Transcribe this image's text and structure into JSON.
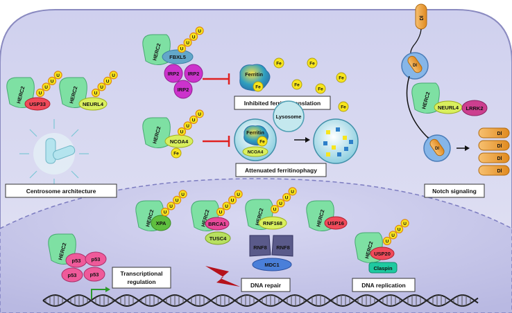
{
  "proteins": {
    "herc2": "HERC2",
    "usp33": "USP33",
    "neurl4": "NEURL4",
    "fbxl5": "FBXL5",
    "irp2": "IRP2",
    "ncoa4": "NCOA4",
    "lrrk2": "LRRK2",
    "xpa": "XPA",
    "brca1": "BRCA1",
    "tusc4": "TUSC4",
    "rnf168": "RNF168",
    "rnf8": "RNF8",
    "mdc1": "MDC1",
    "usp16": "USP16",
    "usp20": "USP20",
    "claspin": "Claspin",
    "p53": "p53",
    "ubiquitin": "U",
    "fe": "Fe",
    "ferritin": "Ferritin",
    "lysosome": "Lysosome",
    "dl": "Dl"
  },
  "captions": {
    "centrosome": "Centrosome architecture",
    "ferritin_translation": "Inhibited ferritin translation",
    "ferritinophagy": "Attenuated ferritinophagy",
    "notch": "Notch signaling",
    "transcription_1": "Transcriptional",
    "transcription_2": "regulation",
    "dna_repair": "DNA repair",
    "dna_replication": "DNA replication"
  },
  "colors": {
    "cell_fill": "#d9d9f0",
    "nucleus_fill": "#c9c9ea",
    "herc2_green": "#7ee0a3",
    "ubiquitin_yellow": "#f7e51e",
    "inhibit_red": "#e02020",
    "irp2_magenta": "#cc33cc",
    "p53_pink": "#ef5a9a",
    "dl_orange": "#f2a33a"
  }
}
